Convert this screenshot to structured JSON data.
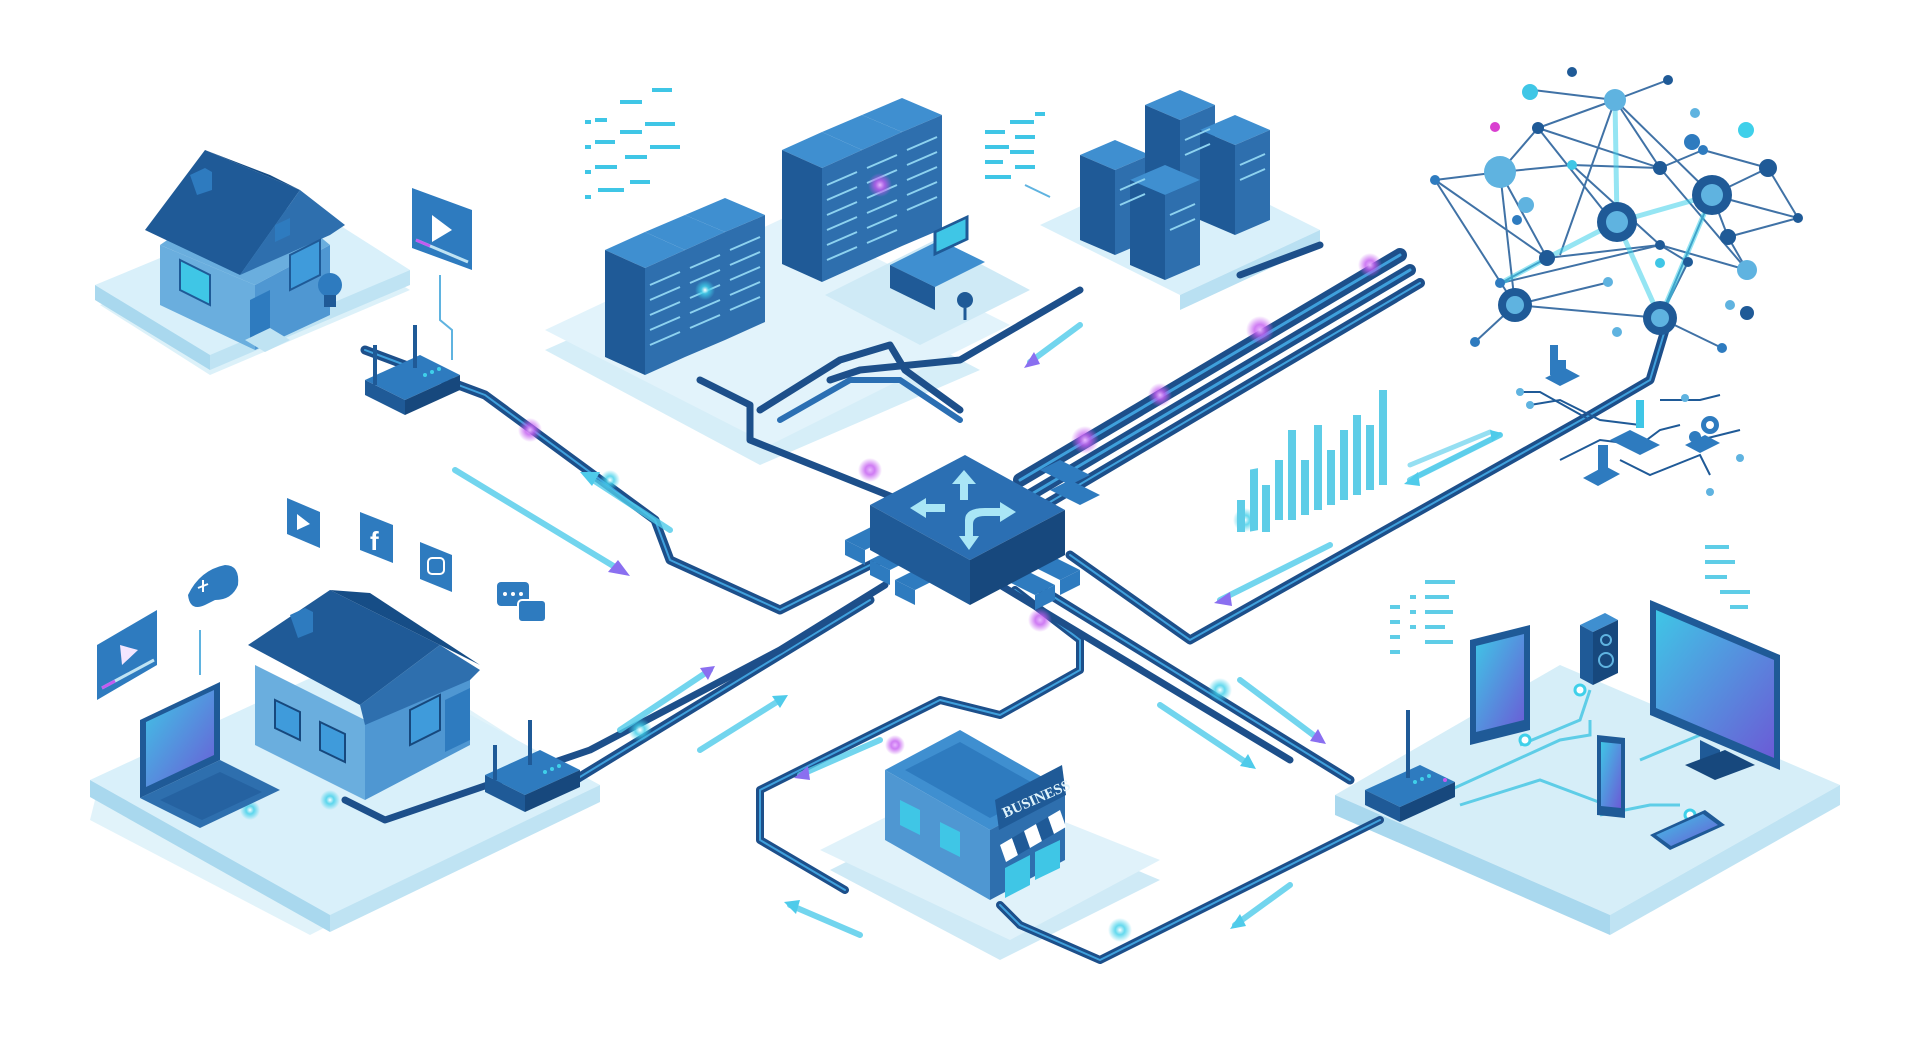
{
  "diagram": {
    "title": "Isometric network topology",
    "colors": {
      "background": "#ffffff",
      "platform": "#d6eef8",
      "platform_edge": "#a9d8ee",
      "dark_blue": "#1f5f9c",
      "mid_blue": "#2e7bbf",
      "light_blue": "#5fb3e0",
      "cyan": "#3fd0ea",
      "cable": "#1d4f8a",
      "glow_magenta": "#c35cf0",
      "arrow_cyan": "#4fcbea"
    },
    "hub": {
      "label": "central-router",
      "icon": "routing-arrows-icon"
    },
    "nodes": [
      {
        "id": "home-top-left",
        "type": "house",
        "devices": [
          "wifi-router",
          "video-icon"
        ]
      },
      {
        "id": "data-center",
        "type": "server-racks",
        "devices": [
          "server-rack-x3",
          "server-rack-x3",
          "desk-workstation"
        ]
      },
      {
        "id": "cloud-servers",
        "type": "server-racks",
        "devices": [
          "server-rack-x4"
        ]
      },
      {
        "id": "neural-network",
        "type": "network-graph",
        "devices": [
          "node-graph",
          "smart-factory-icons"
        ]
      },
      {
        "id": "home-bottom-left",
        "type": "house",
        "devices": [
          "laptop",
          "wifi-router",
          "game-controller-icon",
          "video-icon"
        ]
      },
      {
        "id": "business",
        "type": "store",
        "label": "BUSINESS"
      },
      {
        "id": "devices-hub",
        "type": "device-cluster",
        "devices": [
          "wifi-router",
          "tablet",
          "speaker",
          "monitor",
          "smartphone",
          "smartphone-landscape"
        ]
      }
    ],
    "social_icons": [
      "play-icon",
      "facebook-icon",
      "instagram-icon",
      "chat-bubble-icon"
    ],
    "equalizer_bars": [
      4,
      7,
      5,
      6,
      9,
      6,
      9,
      6,
      8,
      10,
      9,
      12
    ]
  }
}
